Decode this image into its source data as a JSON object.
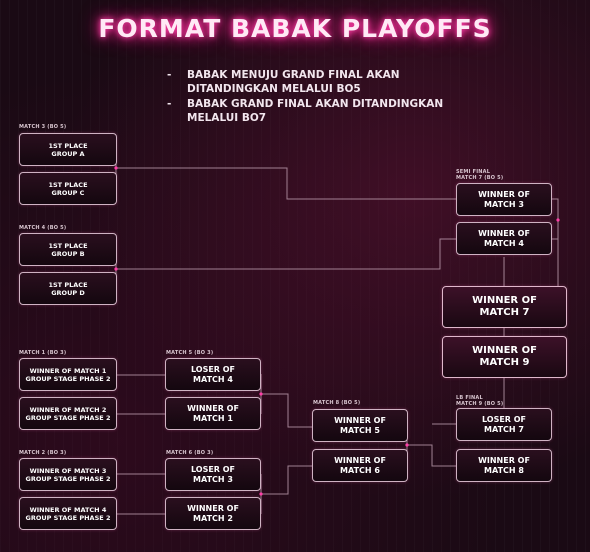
{
  "title": "FORMAT BABAK PLAYOFFS",
  "notes": [
    "BABAK MENUJU GRAND FINAL AKAN DITANDINGKAN MELALUI BO5",
    "BABAK GRAND FINAL AKAN DITANDINGKAN MELALUI BO7"
  ],
  "bullet": "-",
  "labels": {
    "match3": "MATCH 3 (BO 5)",
    "match4": "MATCH 4 (BO 5)",
    "match1": "MATCH 1 (BO 3)",
    "match2": "MATCH 2 (BO 3)",
    "match5": "MATCH 5 (BO 3)",
    "match6": "MATCH 6 (BO 3)",
    "match8": "MATCH 8 (BO 5)",
    "semifinal_a": "SEMI FINAL",
    "semifinal_b": "MATCH 7 (BO 5)",
    "lbfinal_a": "LB FINAL",
    "lbfinal_b": "MATCH 9 (BO 5)"
  },
  "boxes": {
    "g_a": [
      "1ST PLACE",
      "GROUP A"
    ],
    "g_c": [
      "1ST PLACE",
      "GROUP C"
    ],
    "g_b": [
      "1ST PLACE",
      "GROUP B"
    ],
    "g_d": [
      "1ST PLACE",
      "GROUP D"
    ],
    "w3": [
      "WINNER OF",
      "MATCH 3"
    ],
    "w4": [
      "WINNER OF",
      "MATCH 4"
    ],
    "w7": [
      "WINNER OF",
      "MATCH 7"
    ],
    "w9": [
      "WINNER OF",
      "MATCH 9"
    ],
    "m1a": [
      "WINNER OF MATCH 1",
      "GROUP STAGE PHASE 2"
    ],
    "m1b": [
      "WINNER OF MATCH 2",
      "GROUP STAGE PHASE 2"
    ],
    "m2a": [
      "WINNER OF MATCH 3",
      "GROUP STAGE PHASE 2"
    ],
    "m2b": [
      "WINNER OF MATCH 4",
      "GROUP STAGE PHASE 2"
    ],
    "l4": [
      "LOSER OF",
      "MATCH 4"
    ],
    "w1": [
      "WINNER OF",
      "MATCH 1"
    ],
    "l3": [
      "LOSER OF",
      "MATCH 3"
    ],
    "w2": [
      "WINNER OF",
      "MATCH 2"
    ],
    "w5": [
      "WINNER OF",
      "MATCH 5"
    ],
    "w6": [
      "WINNER OF",
      "MATCH 6"
    ],
    "l7": [
      "LOSER OF",
      "MATCH 7"
    ],
    "w8": [
      "WINNER OF",
      "MATCH 8"
    ]
  }
}
